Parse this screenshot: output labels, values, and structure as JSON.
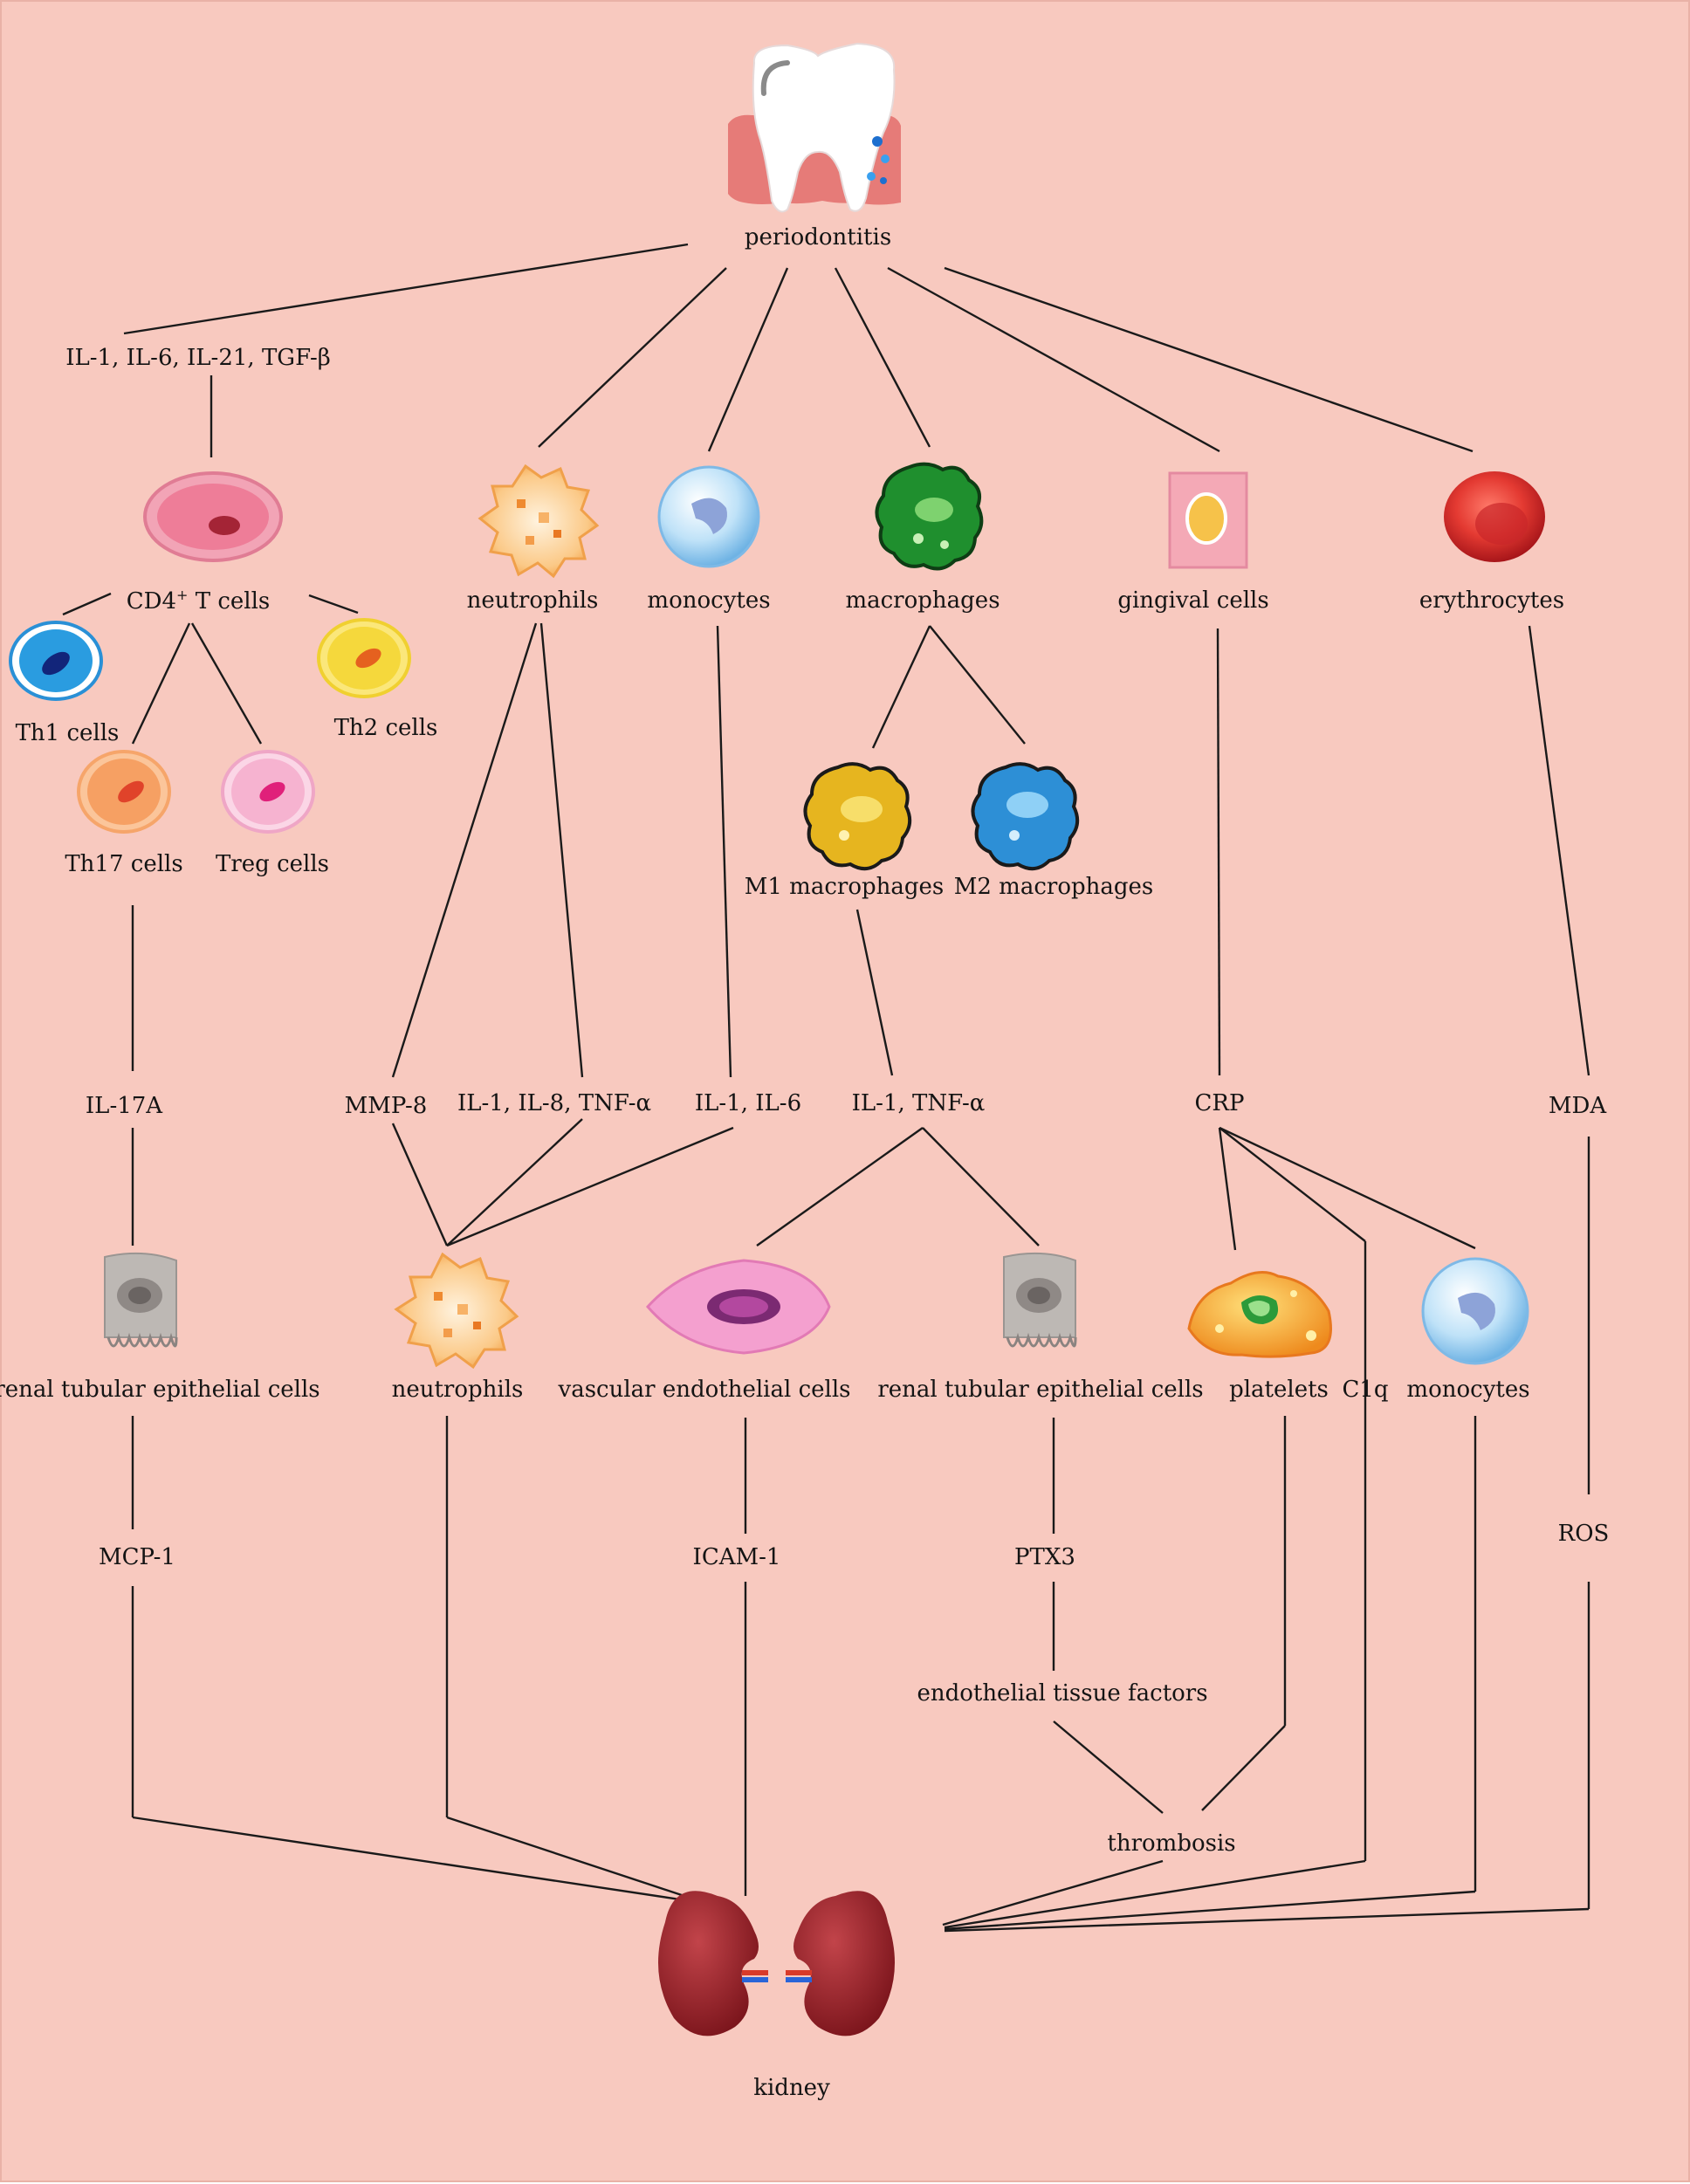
{
  "labels": {
    "periodontitis": "periodontitis",
    "cytokines_th": "IL-1, IL-6, IL-21, TGF-β",
    "cd4_main": "CD4",
    "cd4_sup": "+",
    "cd4_tail": " T cells",
    "neutrophils_top": "neutrophils",
    "monocytes_top": "monocytes",
    "macrophages": "macrophages",
    "gingival_cells": "gingival cells",
    "erythrocytes": "erythrocytes",
    "th1": "Th1 cells",
    "th2": "Th2 cells",
    "th17": "Th17 cells",
    "treg": "Treg cells",
    "m1": "M1 macrophages",
    "m2": "M2 macrophages",
    "il17a": "IL-17A",
    "mmp8": "MMP-8",
    "il1_il8_tnf": "IL-1, IL-8, TNF-α",
    "il1_il6": "IL-1, IL-6",
    "il1_tnf": "IL-1, TNF-α",
    "crp": "CRP",
    "mda": "MDA",
    "renal_left": "renal tubular epithelial cells",
    "neutrophils_bottom": "neutrophils",
    "vascular_endo": "vascular endothelial cells",
    "renal_right": "renal tubular epithelial cells",
    "platelets": "platelets",
    "c1q": "C1q",
    "monocytes_bottom": "monocytes",
    "mcp1": "MCP-1",
    "icam1": "ICAM-1",
    "ptx3": "PTX3",
    "ros": "ROS",
    "endo_tissue_factors": "endothelial tissue factors",
    "thrombosis": "thrombosis",
    "kidney": "kidney"
  },
  "colors": {
    "background": "#f8c9bf",
    "line": "#1a1a1a",
    "cd4_cell": "#ef7f9a",
    "th1_cell": "#2f9ad8",
    "th2_cell": "#f2d63a",
    "th17_cell": "#f5a56a",
    "treg_cell": "#f2a5c6",
    "neutrophil": "#f8b05a",
    "monocyte": "#a9d5f2",
    "macrophage": "#1f8a2a",
    "m1_macrophage": "#e3b21a",
    "m2_macrophage": "#2d8fd6",
    "gingival_cell": "#f4a9b6",
    "erythrocyte": "#d42626",
    "renal_cell": "#9e9a98",
    "endothelial_cell": "#f08fc5",
    "platelet": "#f2aa2a",
    "kidney": "#8c1d24",
    "gum": "#e77a78",
    "tooth": "#ffffff"
  }
}
